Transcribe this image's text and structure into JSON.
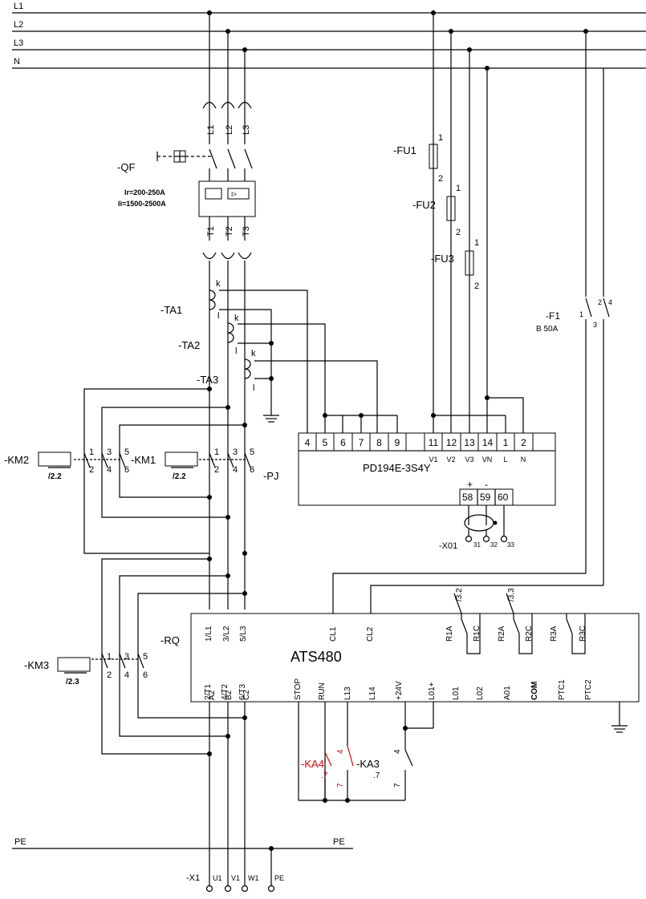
{
  "buses": {
    "l1": "L1",
    "l2": "L2",
    "l3": "L3",
    "n": "N",
    "pe_left": "PE",
    "pe_right": "PE"
  },
  "qf": {
    "tag": "-QF",
    "top_terms": [
      "L1",
      "L2",
      "L3"
    ],
    "bot_terms": [
      "T1",
      "T2",
      "T3"
    ],
    "ir": "Ir=200-250A",
    "ii": "Ii=1500-2500A",
    "relay": "I>"
  },
  "fuses": {
    "fu1": "-FU1",
    "fu2": "-FU2",
    "fu3": "-FU3",
    "n1": "1",
    "n2": "2"
  },
  "f1": {
    "tag": "-F1",
    "rating": "B 50A",
    "t1": "1",
    "t2": "2",
    "t3": "3",
    "t4": "4"
  },
  "ct": {
    "ta1": "-TA1",
    "ta2": "-TA2",
    "ta3": "-TA3",
    "k": "k",
    "l": "l"
  },
  "meter": {
    "name": "PD194E-3S4Y",
    "terms": [
      "4",
      "5",
      "6",
      "7",
      "8",
      "9",
      "",
      "11",
      "12",
      "13",
      "14",
      "1",
      "2",
      ""
    ],
    "sub": [
      "V1",
      "V2",
      "V3",
      "VN",
      "L",
      "N"
    ],
    "out_terms": [
      "58",
      "59",
      "60"
    ],
    "plus": "+",
    "minus": "-",
    "pj": "-PJ",
    "x01": "-X01",
    "x01_terms": [
      "31",
      "32",
      "33"
    ]
  },
  "contactors": {
    "km2": "-KM2",
    "km2_ref": "/2.2",
    "km1": "-KM1",
    "km1_ref": "/2.2",
    "km3": "-KM3",
    "km3_ref": "/2.3",
    "n1": "1",
    "n2": "2",
    "n3": "3",
    "n4": "4",
    "n5": "5",
    "n6": "6"
  },
  "ats": {
    "tag": "-RQ",
    "name": "ATS480",
    "top": [
      "1/L1",
      "3/L2",
      "5/L3",
      "CL1",
      "CL2",
      "R1A",
      "R1C",
      "R2A",
      "R2C",
      "R3A",
      "R3C"
    ],
    "bottom": [
      "2/T1",
      "A2",
      "4/T2",
      "B2",
      "6/T3",
      "C2",
      "STOP",
      "RUN",
      "L13",
      "L14",
      "+24V",
      "L01+",
      "L01",
      "L02",
      "A01",
      "COM",
      "PTC1",
      "PTC2"
    ],
    "refs": [
      "/3.2",
      "/3.3"
    ]
  },
  "relays": {
    "ka4": "-KA4",
    "ka4_ref": ".7",
    "ka3": "-KA3",
    "ka3_ref": ".7",
    "n4": "4",
    "n7": "7"
  },
  "terminals": {
    "x1": "-X1",
    "u1": "U1",
    "v1": "V1",
    "w1": "W1",
    "pe": "PE"
  }
}
